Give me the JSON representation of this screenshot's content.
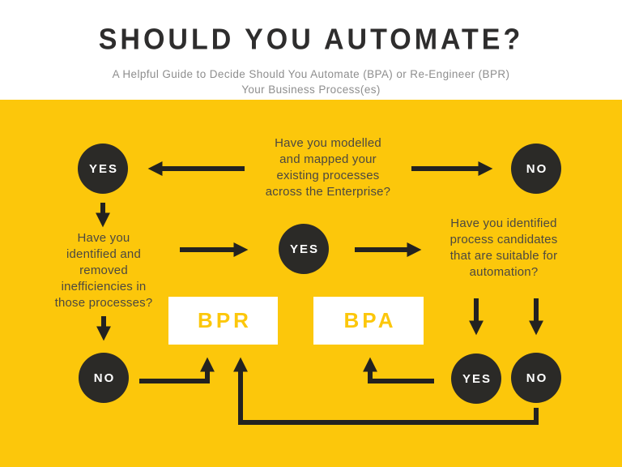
{
  "header": {
    "title": "SHOULD YOU AUTOMATE?",
    "subtitle": "A Helpful Guide to Decide Should You Automate (BPA) or Re-Engineer (BPR)\nYour Business Process(es)"
  },
  "colors": {
    "yellow": "#FCC70B",
    "dark": "#2B2A27",
    "arrow": "#232220",
    "title": "#2E2D2D",
    "subtitle": "#8E8E8E",
    "qtext": "#4C4840",
    "white": "#FFFFFF"
  },
  "flowchart": {
    "questions": {
      "q1_modelled_mapped": "Have you modelled\nand mapped your\nexisting processes\nacross the Enterprise?",
      "q2_inefficiencies": "Have you\nidentified and\nremoved\ninefficiencies in\nthose processes?",
      "q3_candidates": "Have you identified\nprocess candidates\nthat are suitable for\nautomation?"
    },
    "nodes": {
      "top_left_yes": "YES",
      "top_right_no": "NO",
      "center_yes": "YES",
      "bottom_left_no": "NO",
      "bottom_right_yes": "YES",
      "bottom_right_no": "NO"
    },
    "outcomes": {
      "bpr": "BPR",
      "bpa": "BPA"
    }
  }
}
